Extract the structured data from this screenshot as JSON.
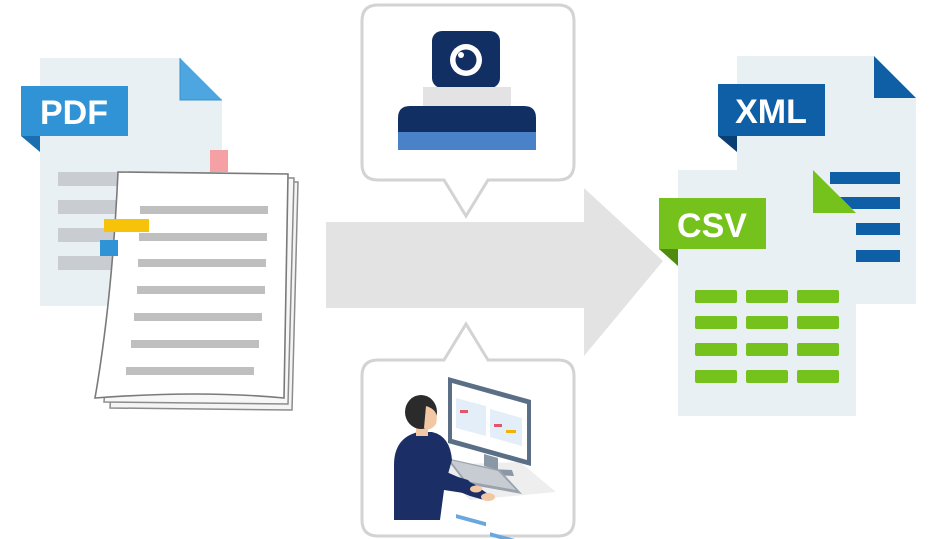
{
  "labels": {
    "pdf": "PDF",
    "xml": "XML",
    "csv": "CSV"
  },
  "icons": {
    "source_pdf": "pdf-document-icon",
    "paper_stack": "paper-document-stack-icon",
    "scanner": "scanner-icon",
    "operator": "person-at-computer-icon",
    "flow_arrow": "right-arrow-icon",
    "output_xml": "xml-document-icon",
    "output_csv": "csv-document-icon"
  },
  "colors": {
    "pdf_blue": "#2f93d6",
    "xml_blue": "#0f5fa6",
    "csv_green": "#76c21d",
    "scanner_navy": "#122f63",
    "arrow_gray": "#e3e3e3",
    "doc_bg": "#e9f0f3"
  }
}
